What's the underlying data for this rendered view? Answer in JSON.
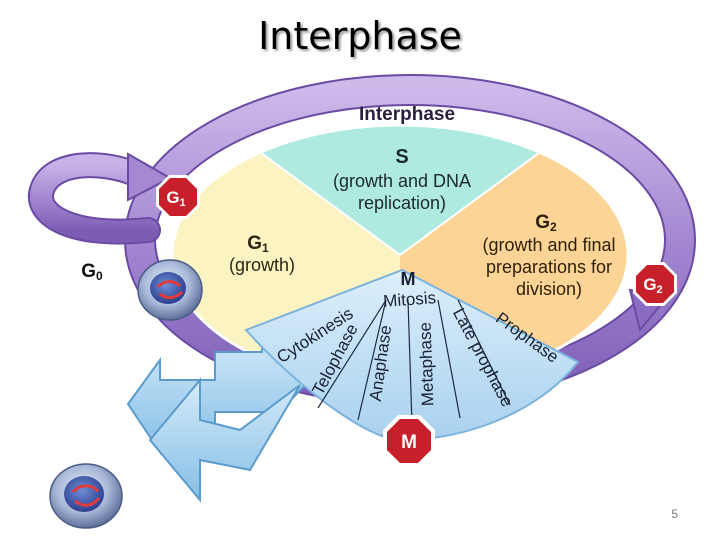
{
  "slide": {
    "title": "Interphase",
    "page_number": "5"
  },
  "diagram": {
    "ring_label": "Interphase",
    "s_phase": {
      "letter": "S",
      "line1": "(growth and DNA",
      "line2": "replication)"
    },
    "g1_phase": {
      "letter": "G",
      "sub": "1",
      "desc": "(growth)"
    },
    "g2_phase": {
      "letter": "G",
      "sub": "2",
      "line1": "(growth and final",
      "line2": "preparations for",
      "line3": "division)"
    },
    "m_phase": {
      "letter": "M",
      "label": "Mitosis"
    },
    "mitosis_stages": [
      "Cytokinesis",
      "Telophase",
      "Anaphase",
      "Metaphase",
      "Late prophase",
      "Prophase"
    ],
    "checkpoints": {
      "g1": {
        "letter": "G",
        "sub": "1"
      },
      "g2": {
        "letter": "G",
        "sub": "2"
      },
      "m": {
        "letter": "M"
      }
    },
    "g0": {
      "letter": "G",
      "sub": "0"
    },
    "colors": {
      "s_phase": "#aeeae0",
      "g1_phase": "#fbf3c2",
      "g2_phase": "#fcd496",
      "mitosis": "#c4e2f6",
      "ring": "#9a7cc8",
      "checkpoint": "#c8202a"
    }
  }
}
